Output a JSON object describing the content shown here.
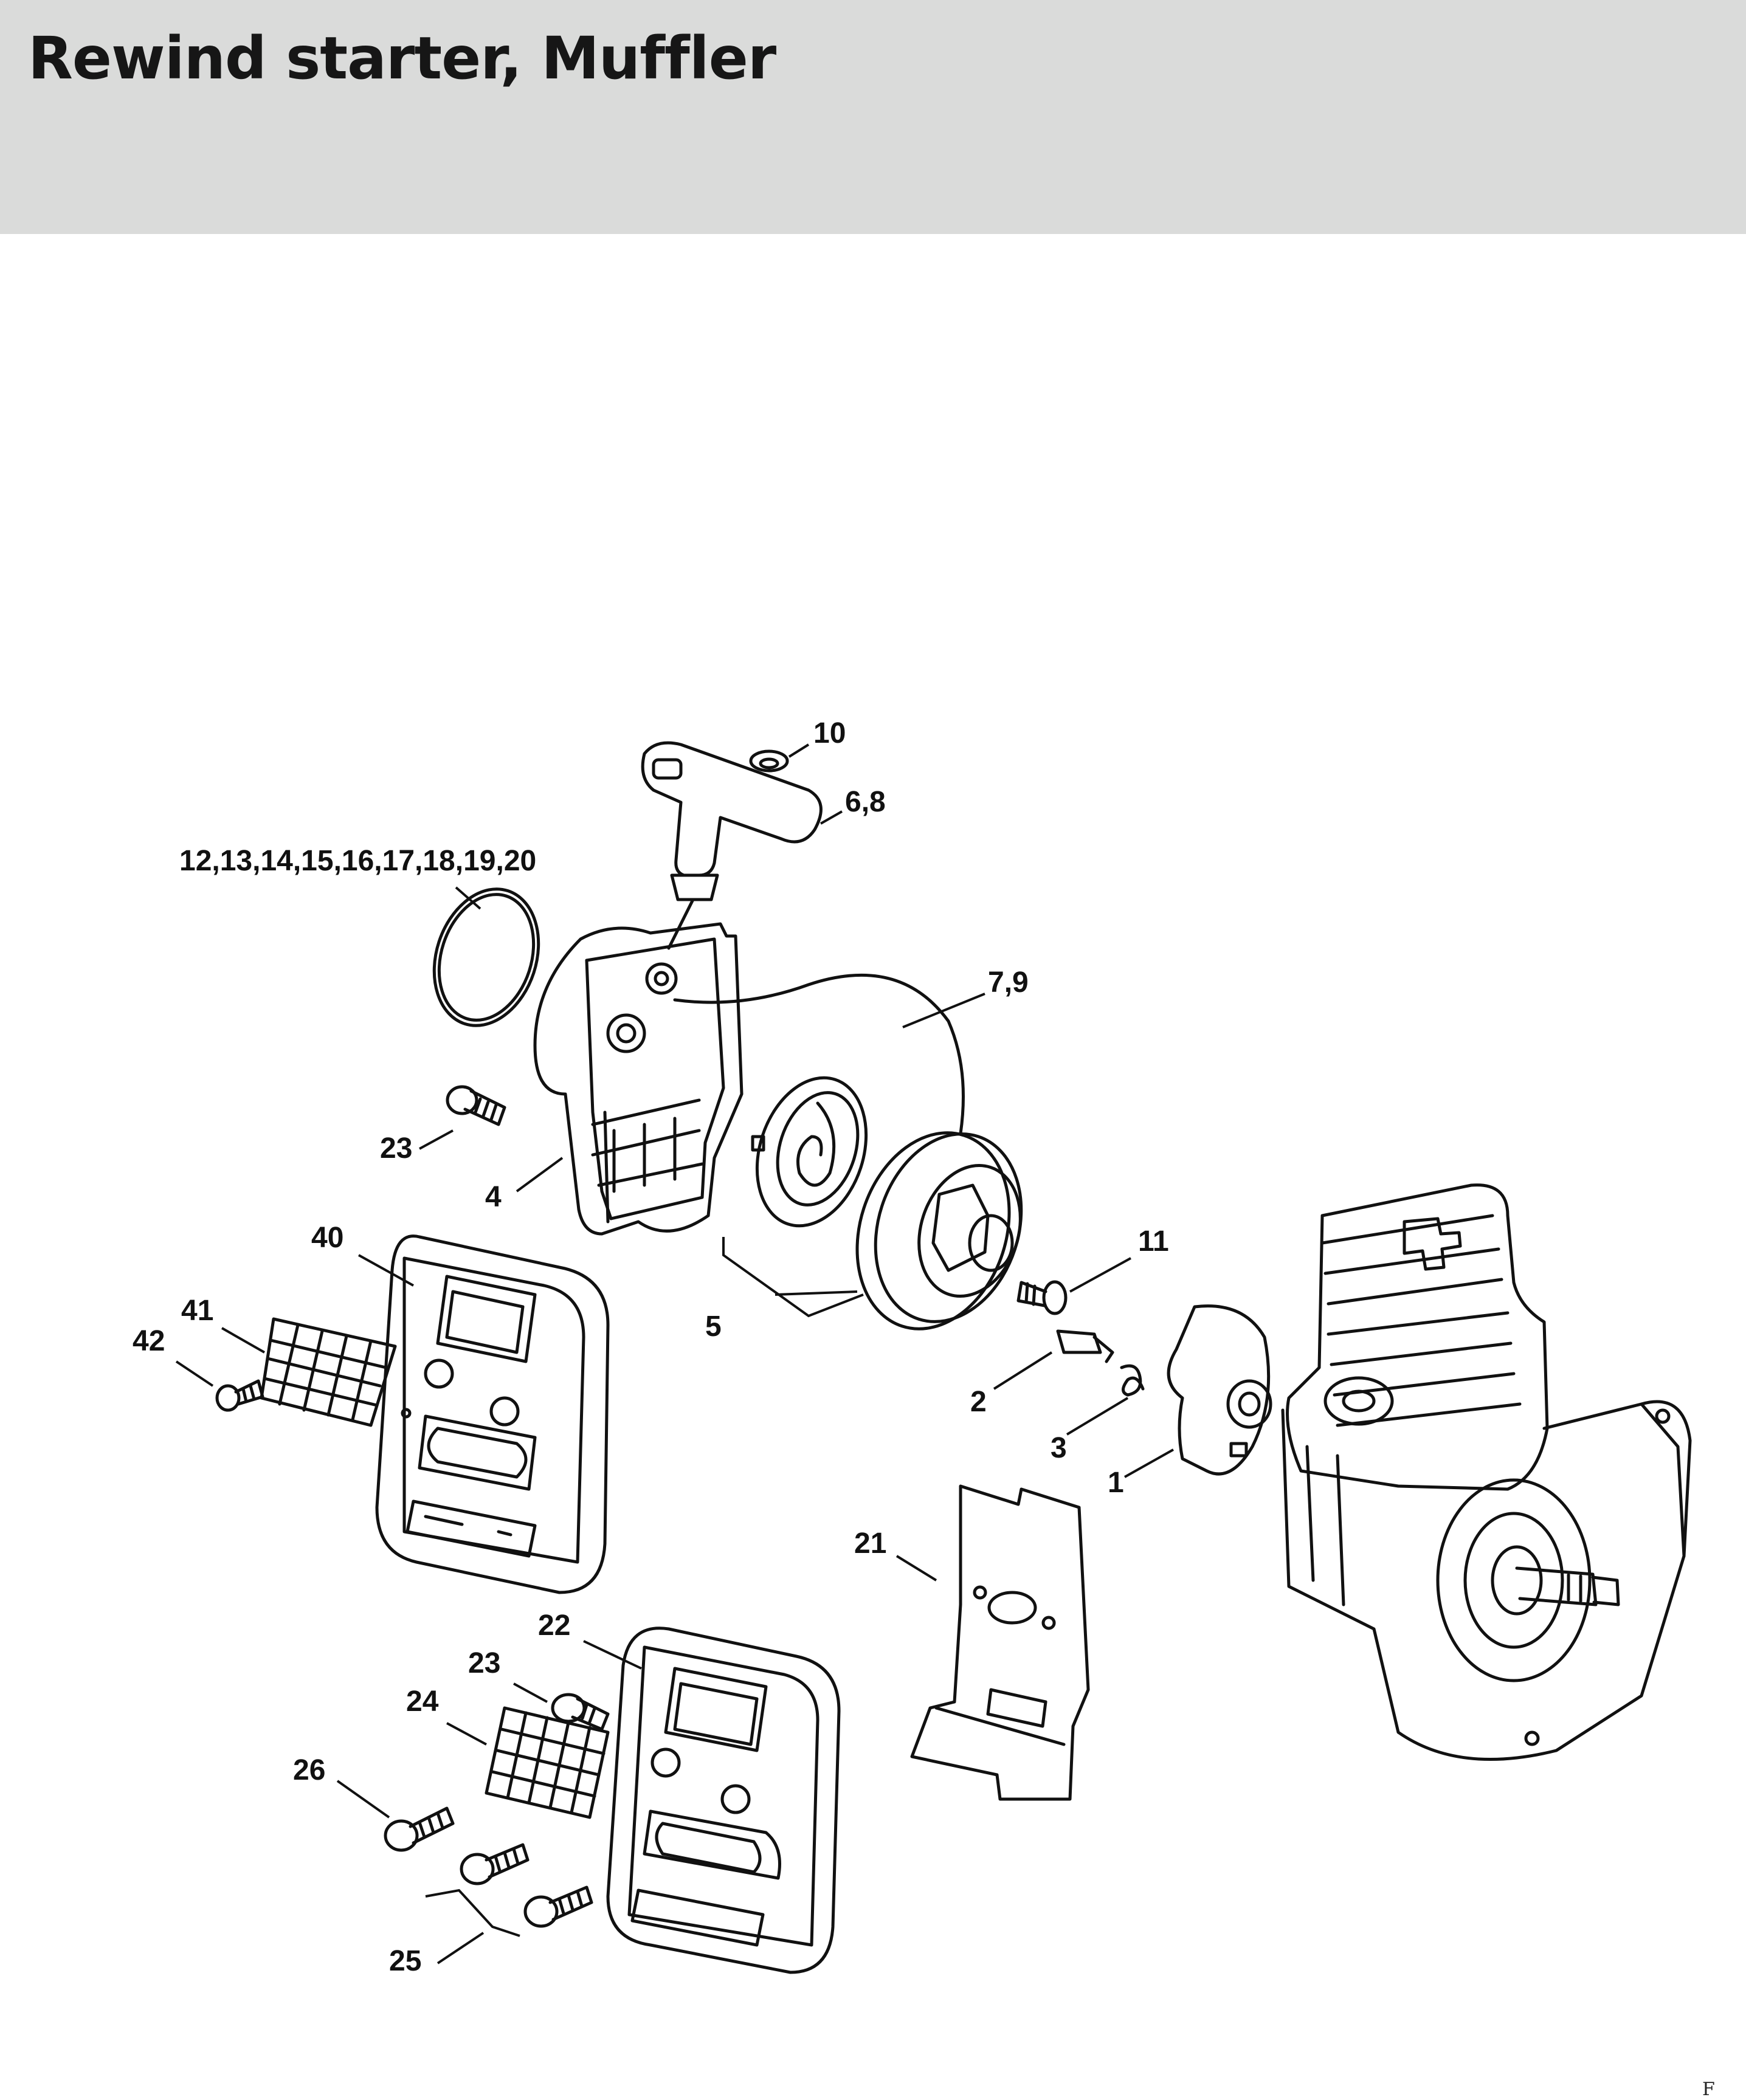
{
  "title": "Rewind starter, Muffler",
  "callouts": {
    "c10": "10",
    "c6_8": "6,8",
    "c12_20": "12,13,14,15,16,17,18,19,20",
    "c7_9": "7,9",
    "c23a": "23",
    "c4": "4",
    "c11": "11",
    "c40": "40",
    "c41": "41",
    "c42": "42",
    "c5": "5",
    "c2": "2",
    "c3": "3",
    "c1": "1",
    "c21": "21",
    "c22": "22",
    "c23b": "23",
    "c24": "24",
    "c26": "26",
    "c25": "25"
  },
  "corner_mark": "F"
}
